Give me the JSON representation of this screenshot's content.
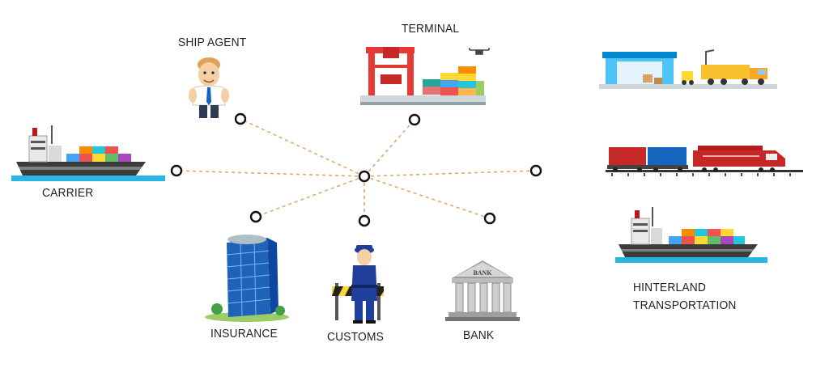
{
  "labels": {
    "ship_agent": "SHIP AGENT",
    "terminal": "TERMINAL",
    "carrier": "CARRIER",
    "insurance": "INSURANCE",
    "customs": "CUSTOMS",
    "bank": "BANK",
    "hinterland_line1": "HINTERLAND",
    "hinterland_line2": "TRANSPORTATION",
    "bank_sign": "BANK"
  },
  "colors": {
    "connector": "#e0a96a",
    "node_stroke": "#111111",
    "hull": "#3c3c3c",
    "water": "#29b6e3",
    "crane": "#e53935",
    "police_blue": "#1f3f9a",
    "truck_yellow": "#f5c400",
    "train_red": "#c62828"
  }
}
